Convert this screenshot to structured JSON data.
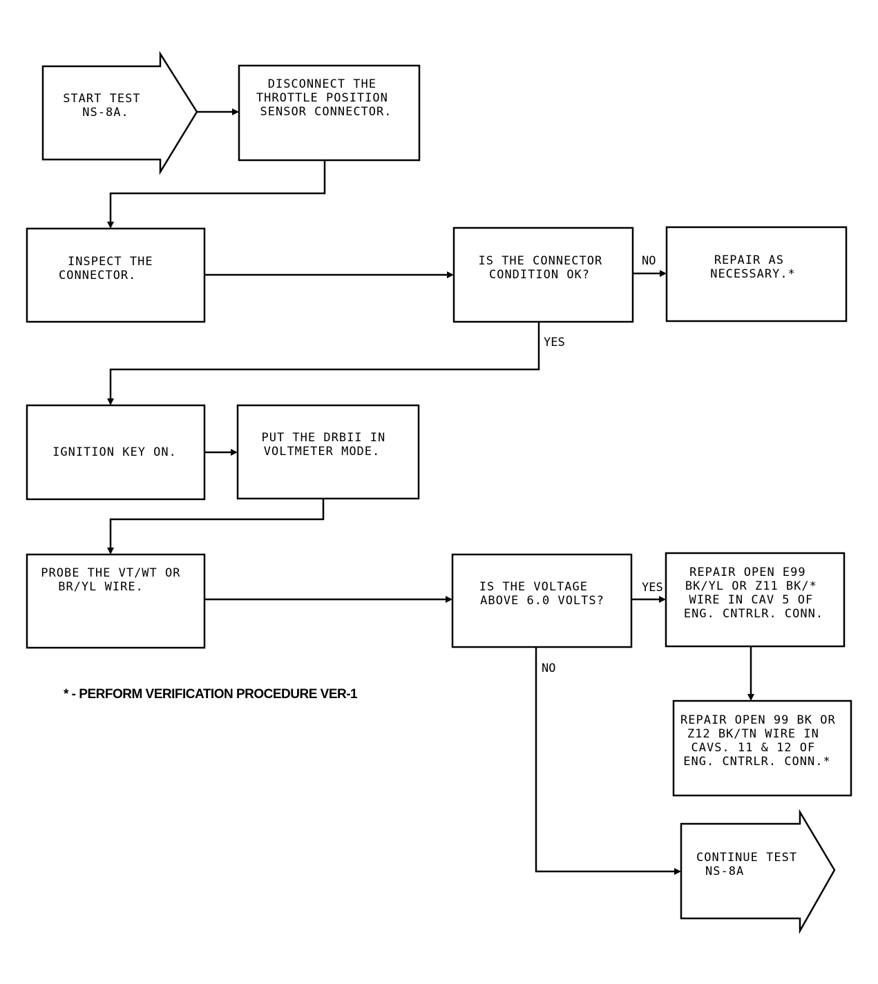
{
  "nodes": {
    "start": {
      "lines": [
        "START TEST",
        "NS-8A."
      ]
    },
    "disconnect": {
      "lines": [
        "DISCONNECT THE",
        "THROTTLE POSITION",
        "SENSOR CONNECTOR."
      ]
    },
    "inspect": {
      "lines": [
        "INSPECT THE",
        "CONNECTOR."
      ]
    },
    "connector_ok": {
      "lines": [
        "IS THE CONNECTOR",
        "CONDITION OK?"
      ]
    },
    "repair_necessary": {
      "lines": [
        "REPAIR AS",
        "NECESSARY.*"
      ]
    },
    "ignition": {
      "lines": [
        "IGNITION KEY ON."
      ]
    },
    "drbii": {
      "lines": [
        "PUT THE DRBII IN",
        "VOLTMETER MODE."
      ]
    },
    "probe": {
      "lines": [
        "PROBE THE VT/WT OR",
        "BR/YL WIRE."
      ]
    },
    "voltage": {
      "lines": [
        "IS THE VOLTAGE",
        "ABOVE 6.0 VOLTS?"
      ]
    },
    "repair_e99": {
      "lines": [
        "REPAIR OPEN E99",
        "BK/YL OR Z11 BK/*",
        "WIRE IN CAV 5 OF",
        "ENG. CNTRLR. CONN."
      ]
    },
    "repair_99": {
      "lines": [
        "REPAIR OPEN 99 BK OR",
        "Z12 BK/TN WIRE IN",
        "CAVS. 11 & 12 OF",
        "ENG. CNTRLR. CONN.*"
      ]
    },
    "continue": {
      "lines": [
        "CONTINUE TEST",
        "NS-8A"
      ]
    }
  },
  "edge_labels": {
    "connector_no": "NO",
    "connector_yes": "YES",
    "voltage_yes": "YES",
    "voltage_no": "NO"
  },
  "footnote": "* - PERFORM VERIFICATION PROCEDURE VER-1"
}
